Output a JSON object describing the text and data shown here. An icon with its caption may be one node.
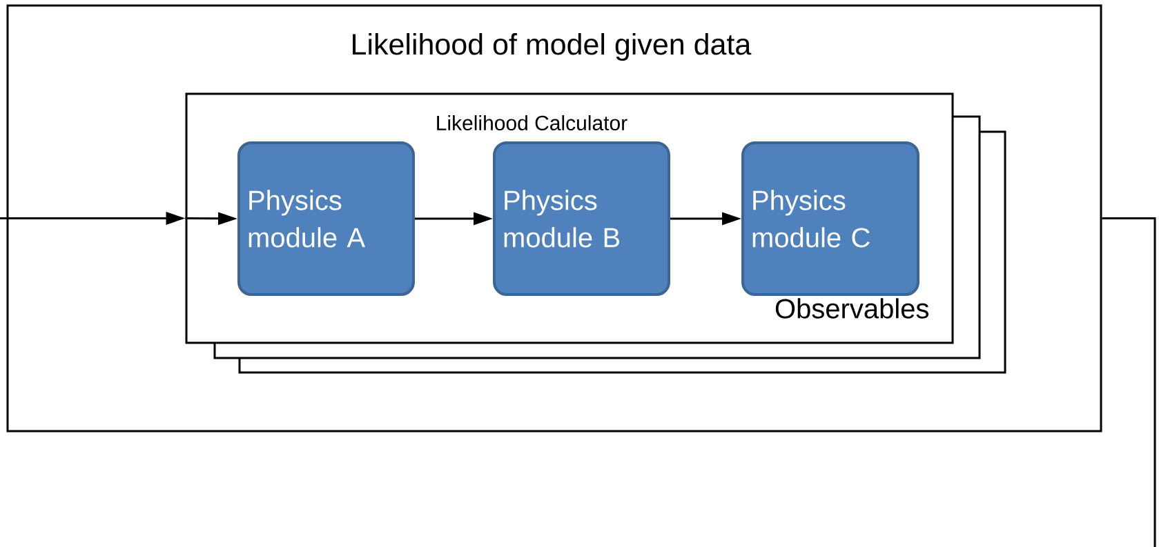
{
  "diagram": {
    "nodes": [
      {
        "text": [
          "Likelihood of model given data"
        ]
      },
      {
        "text": [
          "Likelihood Calculator",
          "Observables"
        ],
        "in": 0
      },
      {
        "text": [
          "Physics module A"
        ],
        "in": 1
      },
      {
        "text": [
          "Physics module B"
        ],
        "in": 1
      },
      {
        "text": [
          "Physics module C"
        ],
        "in": 1
      }
    ],
    "edges": [
      {
        "from": null,
        "to": 1,
        "arrow": "to"
      },
      {
        "from": 1,
        "to": 2,
        "arrow": "to"
      },
      {
        "from": 2,
        "to": 3,
        "arrow": "to"
      },
      {
        "from": 3,
        "to": 4,
        "arrow": "to"
      },
      {
        "from": 0,
        "to": null,
        "arrow": "none"
      }
    ]
  }
}
